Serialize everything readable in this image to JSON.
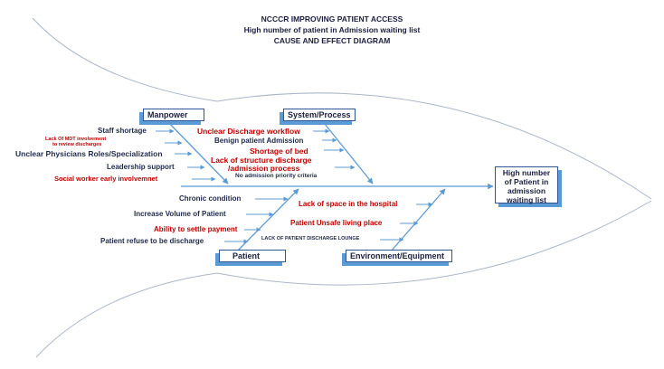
{
  "title": {
    "line1": "NCCCR IMPROVING PATIENT ACCESS",
    "line2": "High number of patient in Admission waiting list",
    "line3": "CAUSE AND EFFECT DIAGRAM"
  },
  "categories": {
    "manpower": "Manpower",
    "system_process": "System/Process",
    "patient": "Patient",
    "environment": "Environment/Equipment"
  },
  "effect": {
    "line1": "High number",
    "line2": "of Patient in",
    "line3": "admission",
    "line4": "waiting list"
  },
  "causes": {
    "manpower": [
      "Staff shortage",
      "Lack Of MDT involvement",
      "to review discharges",
      "Unclear Physicians Roles/Specialization",
      "Leadership support",
      "Social worker early involvemnet"
    ],
    "system_process": [
      "Unclear Discharge workflow",
      "Benign patient Admission",
      "Shortage of bed",
      "Lack of  structure discharge",
      "/admission process",
      "No admission priority criteria"
    ],
    "patient": [
      "Chronic condition",
      "Increase Volume of Patient",
      "Ability to settle payment",
      "Patient refuse to be discharge"
    ],
    "environment": [
      "Lack of space in the hospital",
      "Patient Unsafe living place",
      "LACK OF PATIENT DISCHARGE LOUNGE"
    ]
  },
  "colors": {
    "navy_text": "#1f2a4a",
    "red_text": "#c00000",
    "line_blue": "#5b9bd5",
    "box_border": "#2f5597"
  }
}
